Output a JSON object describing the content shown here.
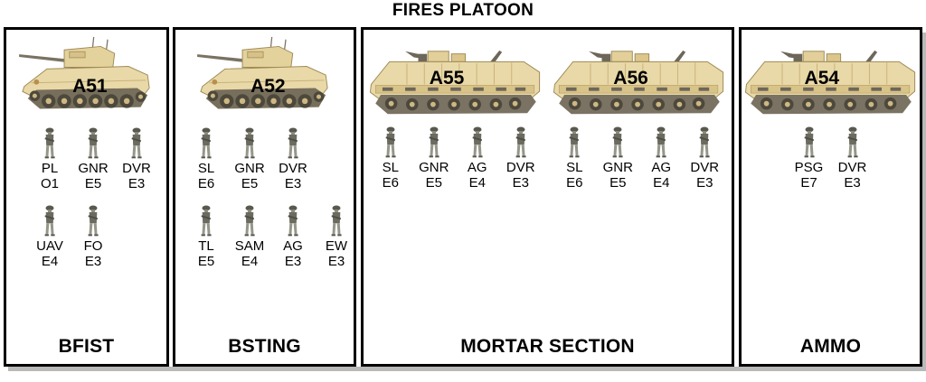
{
  "title": "FIRES PLATOON",
  "colors": {
    "background": "#ffffff",
    "border": "#000000",
    "text": "#000000",
    "shadow": "#b9b9b9",
    "vehicle_body": "#e9d9a8",
    "vehicle_outline": "#9f8a55",
    "vehicle_dark_fitting": "#6d665a",
    "track": "#4c483c",
    "soldier_gray": "#666660"
  },
  "panels": [
    {
      "name": "BFIST",
      "squads": [
        {
          "vehicle": {
            "id": "A51",
            "type": "bradley"
          },
          "rows": [
            [
              {
                "role": "PL",
                "grade": "O1"
              },
              {
                "role": "GNR",
                "grade": "E5"
              },
              {
                "role": "DVR",
                "grade": "E3"
              }
            ],
            [
              {
                "role": "UAV",
                "grade": "E4"
              },
              {
                "role": "FO",
                "grade": "E3"
              }
            ]
          ]
        }
      ]
    },
    {
      "name": "BSTING",
      "squads": [
        {
          "vehicle": {
            "id": "A52",
            "type": "bradley"
          },
          "rows": [
            [
              {
                "role": "SL",
                "grade": "E6"
              },
              {
                "role": "GNR",
                "grade": "E5"
              },
              {
                "role": "DVR",
                "grade": "E3"
              }
            ],
            [
              {
                "role": "TL",
                "grade": "E5"
              },
              {
                "role": "SAM",
                "grade": "E4"
              },
              {
                "role": "AG",
                "grade": "E3"
              },
              {
                "role": "EW",
                "grade": "E3"
              }
            ]
          ]
        }
      ]
    },
    {
      "name": "MORTAR SECTION",
      "squads": [
        {
          "vehicle": {
            "id": "A55",
            "type": "carrier"
          },
          "rows": [
            [
              {
                "role": "SL",
                "grade": "E6"
              },
              {
                "role": "GNR",
                "grade": "E5"
              },
              {
                "role": "AG",
                "grade": "E4"
              },
              {
                "role": "DVR",
                "grade": "E3"
              }
            ]
          ]
        },
        {
          "vehicle": {
            "id": "A56",
            "type": "carrier"
          },
          "rows": [
            [
              {
                "role": "SL",
                "grade": "E6"
              },
              {
                "role": "GNR",
                "grade": "E5"
              },
              {
                "role": "AG",
                "grade": "E4"
              },
              {
                "role": "DVR",
                "grade": "E3"
              }
            ]
          ]
        }
      ]
    },
    {
      "name": "AMMO",
      "squads": [
        {
          "vehicle": {
            "id": "A54",
            "type": "carrier"
          },
          "rows": [
            [
              {
                "role": "PSG",
                "grade": "E7"
              },
              {
                "role": "DVR",
                "grade": "E3"
              }
            ]
          ]
        }
      ]
    }
  ]
}
